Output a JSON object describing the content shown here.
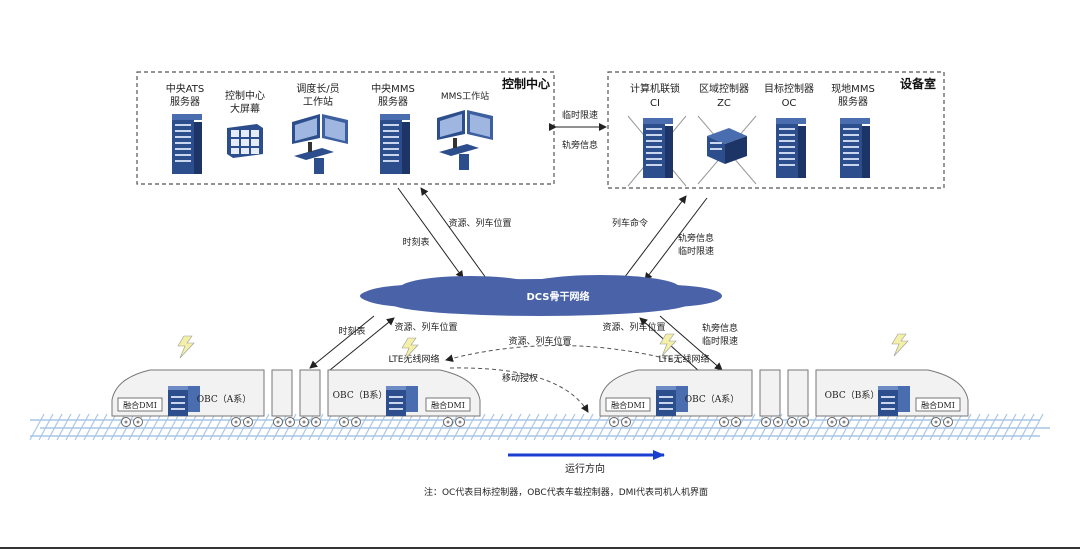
{
  "control_center": {
    "title": "控制中心",
    "items": [
      {
        "line1": "中央ATS",
        "line2": "服务器"
      },
      {
        "line1": "控制中心",
        "line2": "大屏幕"
      },
      {
        "line1": "调度长/员",
        "line2": "工作站"
      },
      {
        "line1": "中央MMS",
        "line2": "服务器"
      },
      {
        "line1": "MMS工作站",
        "line2": ""
      }
    ]
  },
  "equipment_room": {
    "title": "设备室",
    "items": [
      {
        "line1": "计算机联锁",
        "line2": "CI"
      },
      {
        "line1": "区域控制器",
        "line2": "ZC"
      },
      {
        "line1": "目标控制器",
        "line2": "OC"
      },
      {
        "line1": "现地MMS",
        "line2": "服务器"
      }
    ]
  },
  "links": {
    "temp_speed": "临时限速",
    "trackside_info": "轨旁信息",
    "timetable_upper": "时刻表",
    "resource_pos_upper": "资源、列车位置",
    "train_command": "列车命令",
    "trackside_temp_1": "轨旁信息",
    "trackside_temp_2": "临时限速",
    "timetable_lower": "时刻表",
    "resource_pos_left": "资源、列车位置",
    "resource_pos_mid": "资源、列车位置",
    "resource_pos_right": "资源、列车位置",
    "trackside_lower_1": "轨旁信息",
    "trackside_lower_2": "临时限速",
    "lte_left": "LTE无线网络",
    "lte_right": "LTE无线网络",
    "movement_auth": "移动授权"
  },
  "dcs": {
    "label": "DCS骨干网络"
  },
  "trains": [
    {
      "dmi_left": "融合DMI",
      "obc_a": "OBC（A系）",
      "obc_b": "OBC（B系）",
      "dmi_right": "融合DMI"
    },
    {
      "dmi_left": "融合DMI",
      "obc_a": "OBC（A系）",
      "obc_b": "OBC（B系）",
      "dmi_right": "融合DMI"
    }
  ],
  "direction": {
    "label": "运行方向"
  },
  "note": "注：OC代表目标控制器，OBC代表车载控制器，DMI代表司机人机界面",
  "colors": {
    "dcs_cloud": "#4a63a8",
    "direction_arrow": "#1a3fd0",
    "track": "#a9c6e6",
    "server": "#2d4e8c"
  }
}
